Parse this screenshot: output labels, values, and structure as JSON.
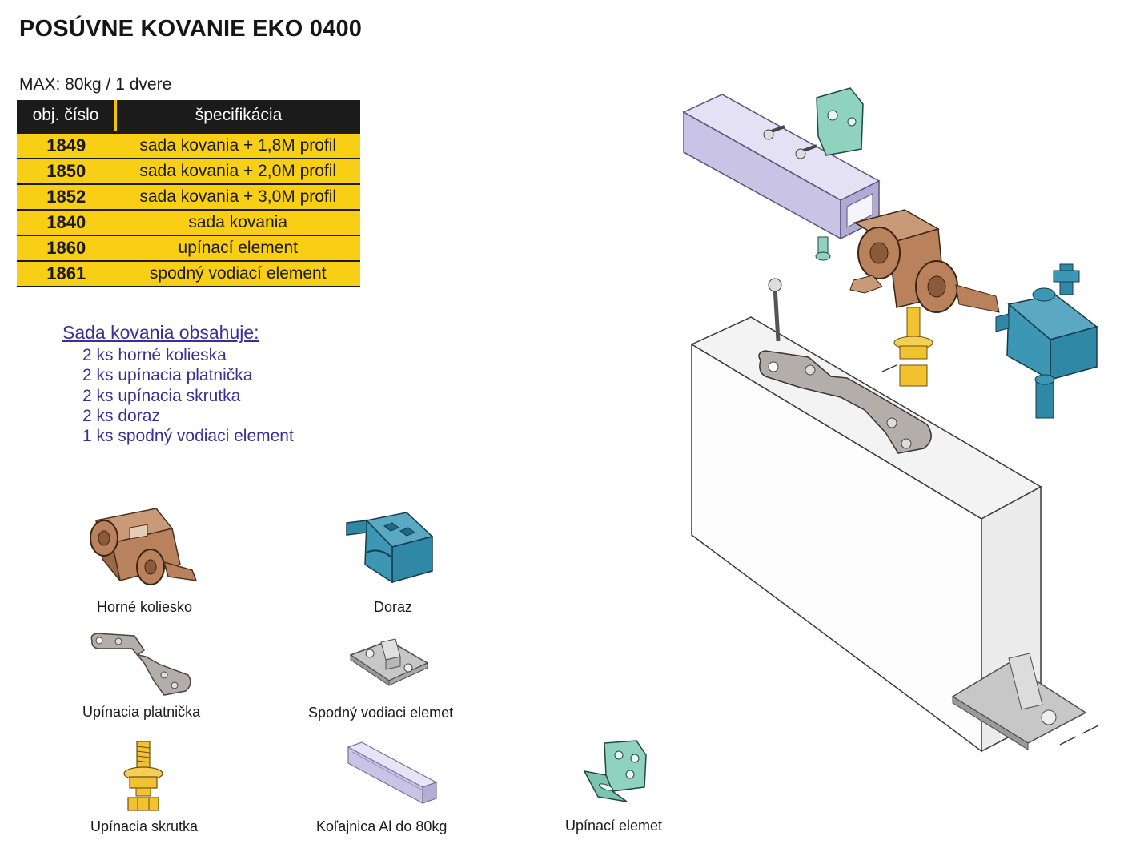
{
  "header": {
    "title": "POSÚVNE KOVANIE EKO 0400",
    "max_load": "MAX: 80kg / 1 dvere"
  },
  "table": {
    "columns": [
      "obj. číslo",
      "špecifikácia"
    ],
    "rows": [
      {
        "code": "1849",
        "spec": "sada kovania + 1,8M profil"
      },
      {
        "code": "1850",
        "spec": "sada kovania + 2,0M profil"
      },
      {
        "code": "1852",
        "spec": "sada kovania + 3,0M profil"
      },
      {
        "code": "1840",
        "spec": "sada kovania"
      },
      {
        "code": "1860",
        "spec": "upínací element"
      },
      {
        "code": "1861",
        "spec": "spodný vodiací element"
      }
    ]
  },
  "contents": {
    "heading": "Sada kovania obsahuje:",
    "items": [
      "2 ks horné kolieska",
      "2 ks upínacia platnička",
      "2 ks upínacia skrutka",
      "2 ks doraz",
      "1 ks spodný vodiaci element"
    ]
  },
  "parts": {
    "captions": [
      "Horné koliesko",
      "Doraz",
      "Upínacia platnička",
      "Spodný vodiaci elemet",
      "Upínacia skrutka",
      "Koľajnica Al do 80kg",
      "Upínací elemet"
    ]
  },
  "colors": {
    "table_header": "#1b1b1b",
    "table_row": "#f9cf16",
    "contents_text": "#3a2f96",
    "roller_brown": "#b9825d",
    "stopper_blue": "#2f88a6",
    "bolt_yellow": "#f2c230",
    "rail_lilac": "#c9c4e6",
    "bracket_green": "#8fd2bd",
    "plate_gray": "#b4aeaa"
  }
}
